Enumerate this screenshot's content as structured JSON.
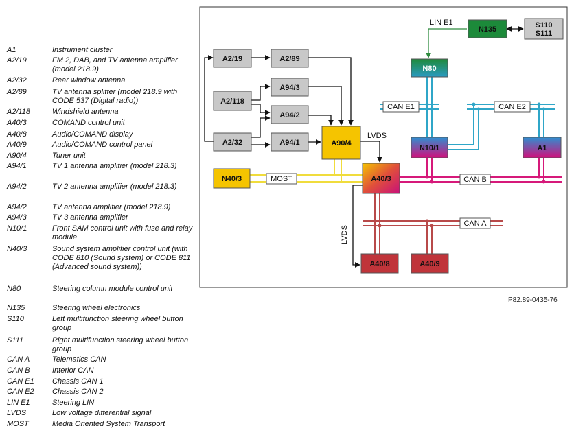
{
  "legend": [
    {
      "code": "A1",
      "desc": "Instrument cluster"
    },
    {
      "code": "A2/19",
      "desc": "FM 2, DAB, and TV antenna amplifier (model 218.9)"
    },
    {
      "code": "A2/32",
      "desc": "Rear window antenna"
    },
    {
      "code": "A2/89",
      "desc": "TV antenna splitter (model 218.9 with CODE 537 (Digital radio))"
    },
    {
      "code": "A2/118",
      "desc": "Windshield antenna"
    },
    {
      "code": "A40/3",
      "desc": "COMAND control unit"
    },
    {
      "code": "A40/8",
      "desc": "Audio/COMAND display"
    },
    {
      "code": "A40/9",
      "desc": "Audio/COMAND control panel"
    },
    {
      "code": "A90/4",
      "desc": "Tuner unit"
    },
    {
      "code": "A94/1",
      "desc": "TV 1 antenna amplifier (model 218.3)"
    },
    {
      "code": "A94/2",
      "desc": "TV 2 antenna amplifier (model 218.3)"
    },
    {
      "code": "A94/2",
      "desc": "TV antenna amplifier (model 218.9)"
    },
    {
      "code": "A94/3",
      "desc": "TV 3 antenna amplifier"
    },
    {
      "code": "N10/1",
      "desc": "Front SAM control unit with fuse and relay module"
    },
    {
      "code": "N40/3",
      "desc": "Sound system amplifier control unit (with CODE 810 (Sound system) or CODE 811 (Advanced sound system))"
    },
    {
      "code": "N80",
      "desc": "Steering column module control unit"
    },
    {
      "code": "N135",
      "desc": "Steering wheel electronics"
    },
    {
      "code": "S110",
      "desc": "Left multifunction steering wheel button group"
    },
    {
      "code": "S111",
      "desc": "Right multifunction steering wheel button group"
    },
    {
      "code": "CAN A",
      "desc": "Telematics CAN"
    },
    {
      "code": "CAN B",
      "desc": "Interior CAN"
    },
    {
      "code": "CAN E1",
      "desc": "Chassis CAN 1"
    },
    {
      "code": "CAN E2",
      "desc": "Chassis CAN 2"
    },
    {
      "code": "LIN E1",
      "desc": "Steering LIN"
    },
    {
      "code": "LVDS",
      "desc": "Low voltage differential signal"
    },
    {
      "code": "MOST",
      "desc": "Media Oriented System Transport"
    }
  ],
  "diagram": {
    "boxes": {
      "a2_19": "A2/19",
      "a2_89": "A2/89",
      "a2_118": "A2/118",
      "a2_32": "A2/32",
      "a94_3": "A94/3",
      "a94_2": "A94/2",
      "a94_1": "A94/1",
      "a90_4": "A90/4",
      "n40_3": "N40/3",
      "a40_3": "A40/3",
      "a40_8": "A40/8",
      "a40_9": "A40/9",
      "n10_1": "N10/1",
      "n80": "N80",
      "n135": "N135",
      "s110": "S110",
      "s111": "S111",
      "a1": "A1"
    },
    "bus_labels": {
      "lin_e1": "LIN E1",
      "can_e1": "CAN E1",
      "can_e2": "CAN E2",
      "can_b": "CAN B",
      "can_a": "CAN A",
      "most": "MOST",
      "lvds_top": "LVDS",
      "lvds_side": "LVDS"
    },
    "figure_ref": "P82.89-0435-76"
  },
  "colors": {
    "grey_box": "#c8c8c8",
    "yellow": "#f5c400",
    "can_b": "#d6197a",
    "can_e": "#2fa6c8",
    "can_a": "#b84a4a",
    "most": "#f0dc3c",
    "dark_red_box": "#c0343a",
    "green_box": "#1c8a3a",
    "lin": "#2e8b3e"
  }
}
